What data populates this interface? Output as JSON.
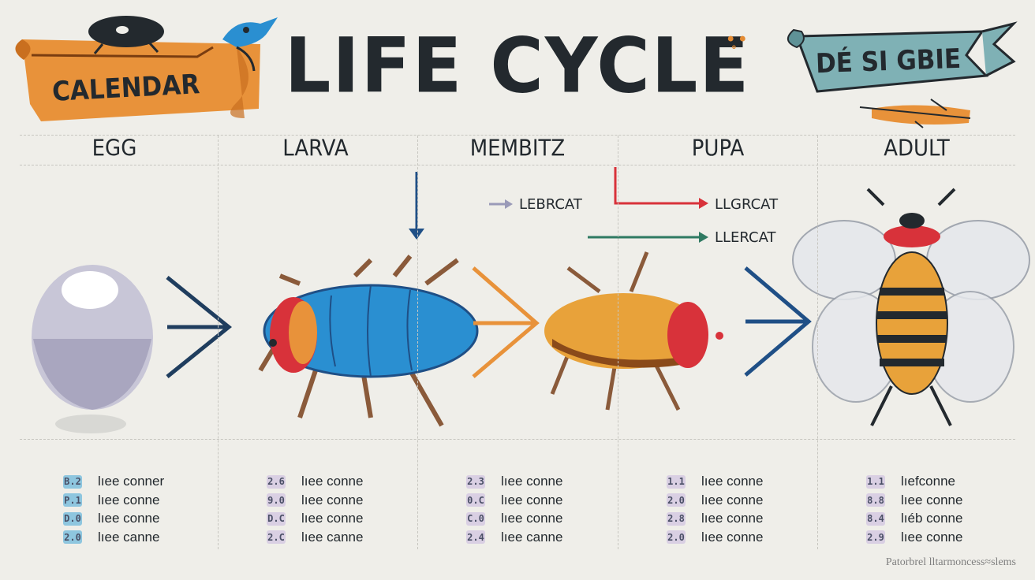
{
  "title": "LIFE CYCLE",
  "left_banner": {
    "label": "CALENDAR",
    "color": "#e8923a"
  },
  "right_banner": {
    "label": "DÉ SI GBIE",
    "color": "#7fb1b5"
  },
  "stages": [
    {
      "label": "EGG"
    },
    {
      "label": "LARVA"
    },
    {
      "label": "MEMBITZ"
    },
    {
      "label": "PUPA"
    },
    {
      "label": "ADULT"
    }
  ],
  "arrow_labels": [
    {
      "label": "LEBRCAT",
      "color": "#9a9ab8"
    },
    {
      "label": "LLGRCAT",
      "color": "#d8323a"
    },
    {
      "label": "LLERCAT",
      "color": "#2f7a62"
    }
  ],
  "legend_columns": [
    {
      "items": [
        {
          "code": "B.2",
          "text": "lıee conner",
          "badge_color": "#8ec6df"
        },
        {
          "code": "P.1",
          "text": "lıee conne",
          "badge_color": "#8ec6df"
        },
        {
          "code": "D.0",
          "text": "lıee conne",
          "badge_color": "#8ec6df"
        },
        {
          "code": "2.0",
          "text": "lıee canne",
          "badge_color": "#8ec6df"
        }
      ]
    },
    {
      "items": [
        {
          "code": "2.6",
          "text": "lıee conne",
          "badge_color": "#d9cfe3"
        },
        {
          "code": "9.0",
          "text": "lıee conne",
          "badge_color": "#d9cfe3"
        },
        {
          "code": "D.C",
          "text": "lıee conne",
          "badge_color": "#d9cfe3"
        },
        {
          "code": "2.C",
          "text": "lıee canne",
          "badge_color": "#d9cfe3"
        }
      ]
    },
    {
      "items": [
        {
          "code": "2.3",
          "text": "lıee conne",
          "badge_color": "#d9cfe3"
        },
        {
          "code": "0.C",
          "text": "lıee conne",
          "badge_color": "#d9cfe3"
        },
        {
          "code": "C.0",
          "text": "lıee conne",
          "badge_color": "#d9cfe3"
        },
        {
          "code": "2.4",
          "text": "lıee canne",
          "badge_color": "#d9cfe3"
        }
      ]
    },
    {
      "items": [
        {
          "code": "1.1",
          "text": "lıee conne",
          "badge_color": "#d9cfe3"
        },
        {
          "code": "2.0",
          "text": "lıee conne",
          "badge_color": "#d9cfe3"
        },
        {
          "code": "2.8",
          "text": "lıee conne",
          "badge_color": "#d9cfe3"
        },
        {
          "code": "2.0",
          "text": "lıee conne",
          "badge_color": "#d9cfe3"
        }
      ]
    },
    {
      "items": [
        {
          "code": "1.1",
          "text": "lıefconne",
          "badge_color": "#d9cfe3"
        },
        {
          "code": "8.8",
          "text": "lıee conne",
          "badge_color": "#d9cfe3"
        },
        {
          "code": "8.4",
          "text": "lıéb conne",
          "badge_color": "#d9cfe3"
        },
        {
          "code": "2.9",
          "text": "lıee conne",
          "badge_color": "#d9cfe3"
        }
      ]
    }
  ],
  "footer": "Patorbrel lltarmoncess≈slems",
  "colors": {
    "ink": "#23292e",
    "orange": "#e8923a",
    "blue": "#2a8fd1",
    "navy": "#1f4f86",
    "red": "#d8323a",
    "teal": "#2f7a62"
  }
}
